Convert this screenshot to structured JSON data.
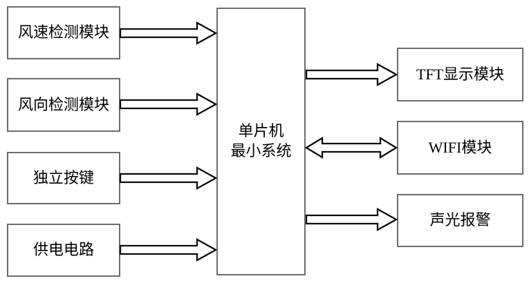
{
  "diagram": {
    "type": "block-diagram",
    "center_node": {
      "label_line1": "单片机",
      "label_line2": "最小系统",
      "label_full": "单片机最小系统"
    },
    "left_modules": [
      {
        "label": "风速检测模块"
      },
      {
        "label": "风向检测模块"
      },
      {
        "label": "独立按键"
      },
      {
        "label": "供电电路"
      }
    ],
    "right_modules": [
      {
        "label": "TFT显示模块"
      },
      {
        "label": "WIFI模块"
      },
      {
        "label": "声光报警"
      }
    ],
    "connections": [
      {
        "from": "风速检测模块",
        "to": "单片机最小系统",
        "direction": "unidirectional"
      },
      {
        "from": "风向检测模块",
        "to": "单片机最小系统",
        "direction": "unidirectional"
      },
      {
        "from": "独立按键",
        "to": "单片机最小系统",
        "direction": "unidirectional"
      },
      {
        "from": "供电电路",
        "to": "单片机最小系统",
        "direction": "unidirectional"
      },
      {
        "from": "单片机最小系统",
        "to": "TFT显示模块",
        "direction": "unidirectional"
      },
      {
        "from": "单片机最小系统",
        "to": "WIFI模块",
        "direction": "bidirectional"
      },
      {
        "from": "单片机最小系统",
        "to": "声光报警",
        "direction": "unidirectional"
      }
    ],
    "colors": {
      "background": "#ffffff",
      "box_border": "#6b6b6b",
      "arrow_outline": "#0a0a0a",
      "text": "#000000"
    }
  }
}
